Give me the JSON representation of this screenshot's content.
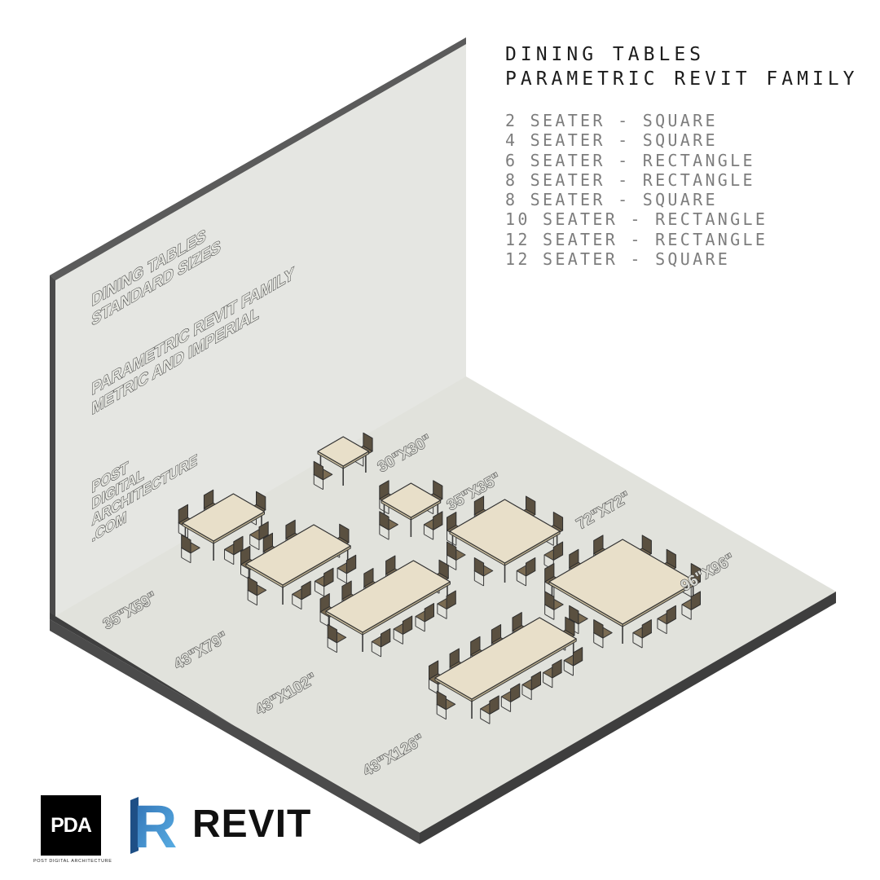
{
  "title": {
    "line1": "DINING TABLES",
    "line2": "PARAMETRIC REVIT FAMILY"
  },
  "family_list": [
    "2 SEATER - SQUARE",
    "4 SEATER - SQUARE",
    "6 SEATER - RECTANGLE",
    "8 SEATER - RECTANGLE",
    "8 SEATER - SQUARE",
    "10 SEATER - RECTANGLE",
    "12 SEATER - RECTANGLE",
    "12 SEATER - SQUARE"
  ],
  "wall_text": {
    "heading1": "DINING TABLES",
    "heading2": "STANDARD SIZES",
    "sub1": "PARAMETRIC REVIT FAMILY",
    "sub2": "METRIC AND IMPERIAL",
    "web1": "POST",
    "web2": "DIGITAL",
    "web3": "ARCHITECTURE",
    "web4": ".COM"
  },
  "table_sizes": {
    "t1": "30\"X30\"",
    "t2": "35\"X35\"",
    "t3": "35\"X59\"",
    "t4": "43\"X79\"",
    "t5": "43\"X102\"",
    "t6": "43\"X126\"",
    "t7": "72\"X72\"",
    "t8": "96\"X96\""
  },
  "branding": {
    "pda_logo": "PDA",
    "pda_caption": "POST DIGITAL ARCHITECTURE",
    "revit_icon_letter": "R",
    "revit_word": "REVIT"
  },
  "colors": {
    "floor": "#e1e2dc",
    "wall": "#e4e5e1",
    "table_top": "#e8dfc9",
    "outline": "#333333"
  }
}
